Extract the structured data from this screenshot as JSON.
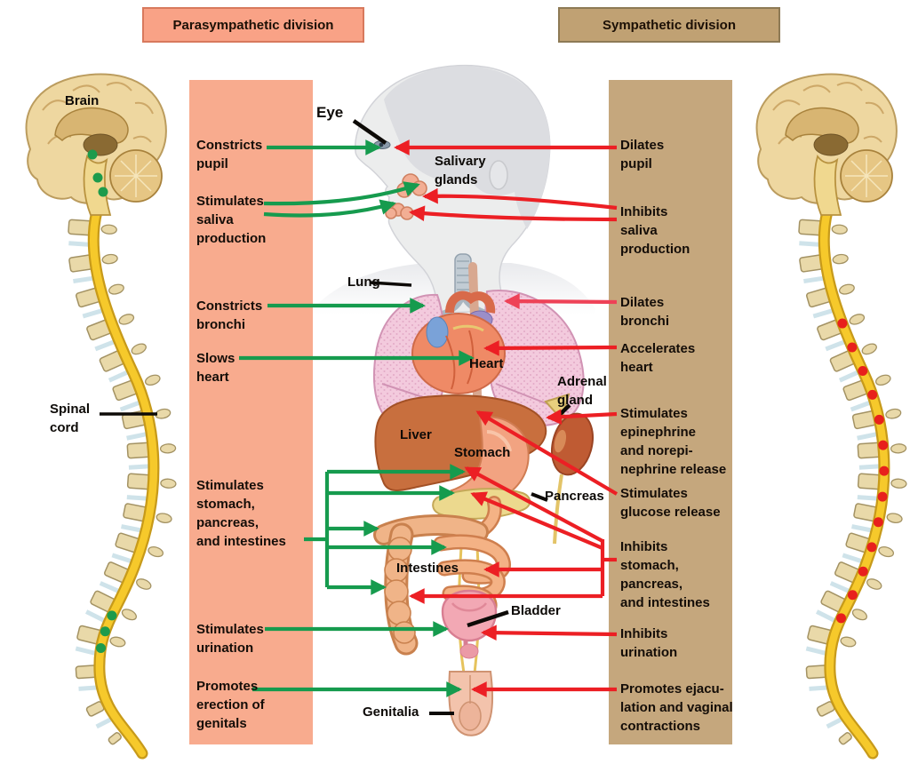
{
  "title": "Autonomic nervous system: parasympathetic and sympathetic divisions",
  "headers": {
    "left": "Parasympathetic division",
    "right": "Sympathetic division"
  },
  "colors": {
    "parasympathetic_panel": "#f8ab8e",
    "sympathetic_panel": "#c5a77d",
    "green_arrow": "#169b4e",
    "red_arrow": "#ec1f24",
    "pink_red_arrow": "#ee4257",
    "label_text": "#140d08"
  },
  "organ_labels": {
    "brain": "Brain",
    "spinal_cord": "Spinal\ncord",
    "eye": "Eye",
    "salivary_glands": "Salivary\nglands",
    "lung": "Lung",
    "heart": "Heart",
    "adrenal_gland": "Adrenal\ngland",
    "liver": "Liver",
    "stomach": "Stomach",
    "pancreas": "Pancreas",
    "intestines": "Intestines",
    "bladder": "Bladder",
    "genitalia": "Genitalia"
  },
  "parasympathetic_effects": [
    "Constricts\npupil",
    "Stimulates\nsaliva\nproduction",
    "Constricts\nbronchi",
    "Slows\nheart",
    "Stimulates\nstomach,\npancreas,\nand intestines",
    "Stimulates\nurination",
    "Promotes\nerection of\ngenitals"
  ],
  "sympathetic_effects": [
    "Dilates\npupil",
    "Inhibits\nsaliva\nproduction",
    "Dilates\nbronchi",
    "Accelerates\nheart",
    "Stimulates\nepinephrine\nand norepi-\nnephrine release",
    "Stimulates\nglucose release",
    "Inhibits\nstomach,\npancreas,\nand intestines",
    "Inhibits\nurination",
    "Promotes ejacu-\nlation and vaginal\ncontractions"
  ]
}
